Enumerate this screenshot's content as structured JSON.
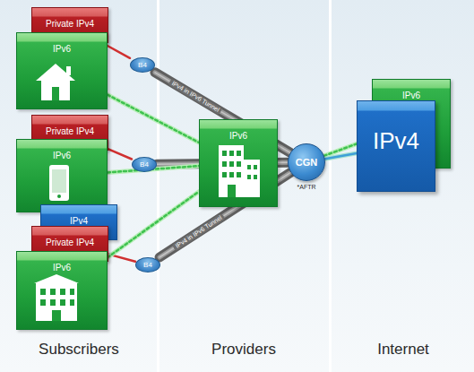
{
  "diagram": {
    "nodes": [
      {
        "text": [
          "Private IPv4"
        ]
      },
      {
        "text": [
          "IPv6"
        ]
      },
      {
        "text": [
          "B4"
        ]
      },
      {
        "text": [
          "Private IPv4"
        ]
      },
      {
        "text": [
          "IPv6"
        ]
      },
      {
        "text": [
          "B4"
        ]
      },
      {
        "text": [
          "IPv4"
        ]
      },
      {
        "text": [
          "Private IPv4"
        ]
      },
      {
        "text": [
          "IPv6"
        ]
      },
      {
        "text": [
          "B4"
        ]
      },
      {
        "text": [
          "IPv6"
        ]
      },
      {
        "text": [
          "CGN",
          "*AFTR"
        ]
      },
      {
        "text": [
          "IPv6"
        ]
      },
      {
        "text": [
          "IPv4"
        ]
      }
    ],
    "edges": [
      {
        "from": 0,
        "to": 2,
        "arrow": "none"
      },
      {
        "from": 2,
        "to": 11,
        "label": "IPv4 in IPv6 Tunnel",
        "arrow": "none"
      },
      {
        "from": 1,
        "to": 10,
        "arrow": "none"
      },
      {
        "from": 3,
        "to": 5,
        "arrow": "none"
      },
      {
        "from": 5,
        "to": 11,
        "arrow": "none"
      },
      {
        "from": 4,
        "to": 10,
        "arrow": "none"
      },
      {
        "from": 7,
        "to": 9,
        "arrow": "none"
      },
      {
        "from": 9,
        "to": 11,
        "label": "IPv4 in IPv6 Tunnel",
        "arrow": "none"
      },
      {
        "from": 8,
        "to": 10,
        "arrow": "none"
      },
      {
        "from": 11,
        "to": 12,
        "arrow": "none"
      },
      {
        "from": 11,
        "to": 13,
        "arrow": "none"
      }
    ],
    "labels": [
      "Subscribers",
      "Providers",
      "Internet"
    ]
  }
}
